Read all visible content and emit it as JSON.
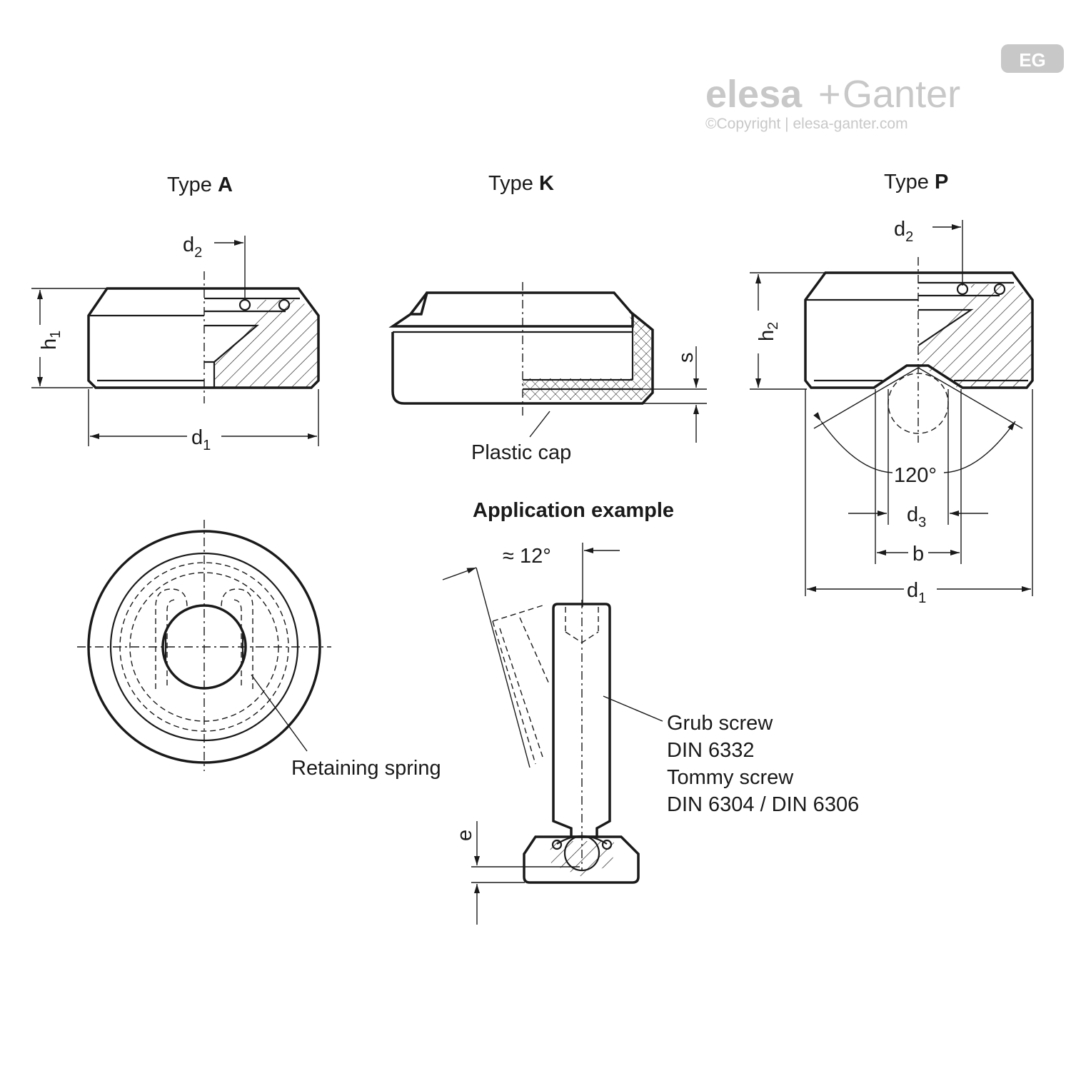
{
  "brand": {
    "name_part1": "elesa",
    "name_plus": "+",
    "name_part2": "Ganter",
    "copyright": "©Copyright | elesa-ganter.com",
    "badge": "EG",
    "color": "#c8c8c8"
  },
  "views": {
    "type_a": {
      "prefix": "Type ",
      "letter": "A"
    },
    "type_k": {
      "prefix": "Type ",
      "letter": "K"
    },
    "type_p": {
      "prefix": "Type ",
      "letter": "P"
    },
    "application": {
      "title": "Application example"
    }
  },
  "dimensions": {
    "d": "d",
    "h": "h",
    "sub1": "1",
    "sub2": "2",
    "sub3": "3",
    "s": "s",
    "b": "b",
    "e": "e",
    "angle_120": "120°",
    "angle_12": "≈ 12°"
  },
  "callouts": {
    "plastic_cap": "Plastic cap",
    "retaining_spring": "Retaining spring",
    "grub_screw": "Grub screw",
    "din_6332": "DIN 6332",
    "tommy_screw": "Tommy screw",
    "din_6304_6306": "DIN 6304 / DIN 6306"
  }
}
